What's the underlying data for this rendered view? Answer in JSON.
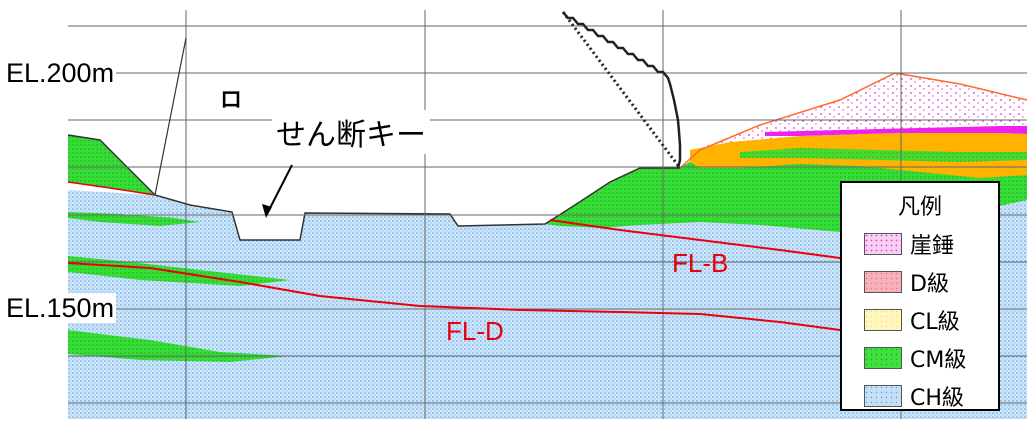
{
  "elevations": {
    "upper": "EL.200m",
    "lower": "EL.150m"
  },
  "callout": {
    "text": "せん断キー",
    "box_mark": "ロ"
  },
  "faults": [
    {
      "label": "FL-B",
      "color": "#e8000b"
    },
    {
      "label": "FL-D",
      "color": "#e8000b"
    }
  ],
  "legend": {
    "title": "凡例",
    "items": [
      {
        "label": "崖錘",
        "color": "#f6b4f0",
        "dot": "#e040d8"
      },
      {
        "label": "D級",
        "color": "#f6a0a8",
        "dot": "#e87080"
      },
      {
        "label": "CL級",
        "color": "#fff4b0",
        "dot": "#f0d860"
      },
      {
        "label": "CM級",
        "color": "#38e038",
        "dot": "#20b020"
      },
      {
        "label": "CH級",
        "color": "#b4d8f6",
        "dot": "#6aa8e0"
      }
    ]
  },
  "colors": {
    "ch": "#bcdcf6",
    "cm": "#33dd33",
    "cl": "#ffb300",
    "talus": "#ee22ee",
    "fault": "#e8000b",
    "grid": "#555555"
  }
}
